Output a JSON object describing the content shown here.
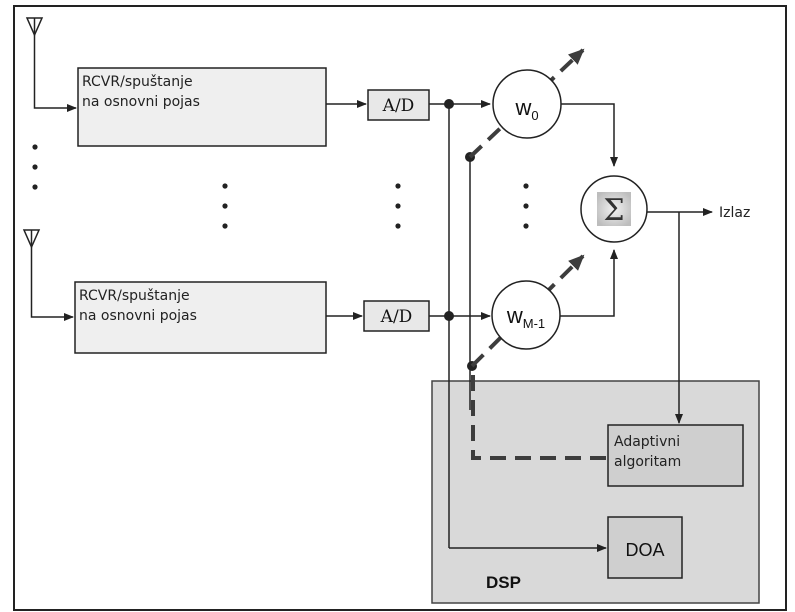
{
  "rcvr_block_top": {
    "line1": "RCVR/spuštanje",
    "line2": "na osnovni pojas"
  },
  "rcvr_block_bottom": {
    "line1": "RCVR/spuštanje",
    "line2": "na osnovni pojas"
  },
  "adc_top": {
    "label": "A/D"
  },
  "adc_bottom": {
    "label": "A/D"
  },
  "weight_top": {
    "base": "w",
    "sub": "0"
  },
  "weight_bottom": {
    "base": "w",
    "sub": "M-1"
  },
  "summer": {
    "symbol": "Σ"
  },
  "output": {
    "label": "Izlaz"
  },
  "adaptive": {
    "line1": "Adaptivni",
    "line2": "algoritam"
  },
  "doa": {
    "label": "DOA"
  },
  "dsp": {
    "label": "DSP"
  },
  "colors": {
    "block_fill": "#efefef",
    "dsp_fill": "#d9d9d9",
    "box_fill": "#cfcfcf",
    "line": "#222222",
    "dashed": "#3d3d3d"
  }
}
